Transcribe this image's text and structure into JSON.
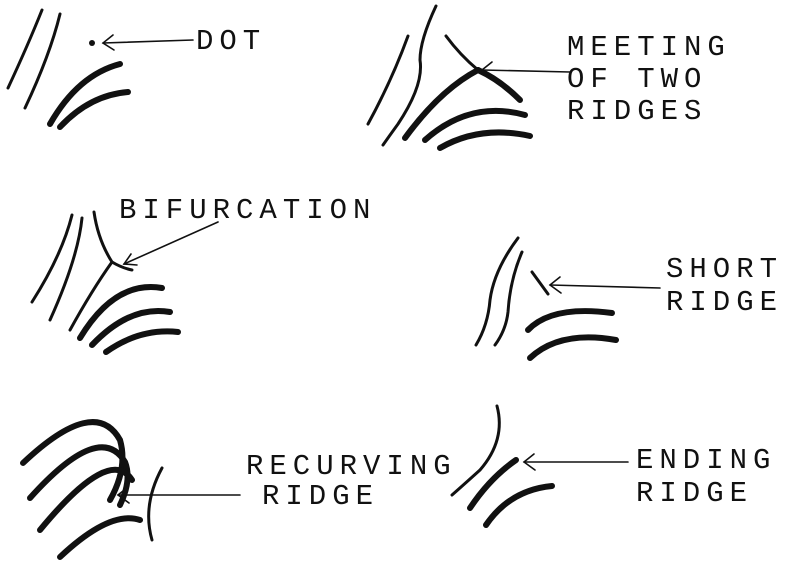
{
  "labels": {
    "dot": "DOT",
    "meeting_line1": "MEETING",
    "meeting_line2": "OF TWO",
    "meeting_line3": "RIDGES",
    "bifurcation": "BIFURCATION",
    "short_line1": "SHORT",
    "short_line2": "RIDGE",
    "recurving_line1": "RECURVING",
    "recurving_line2": "RIDGE",
    "ending_line1": "ENDING",
    "ending_line2": "RIDGE"
  },
  "colors": {
    "ink": "#111111",
    "background": "#ffffff"
  }
}
